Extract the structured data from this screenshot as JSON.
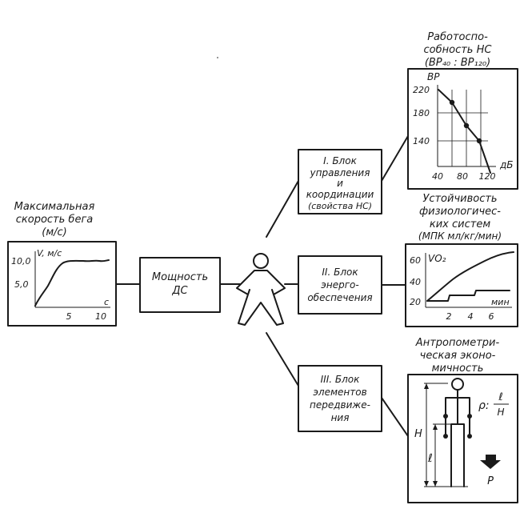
{
  "speed_chart": {
    "caption": [
      "Максимальная",
      "скорость бега",
      "(м/с)"
    ],
    "y_axis_label": "V, м/с",
    "y_ticks": [
      "10,0",
      "5,0"
    ],
    "x_axis_label": "с",
    "x_ticks": [
      "5",
      "10"
    ]
  },
  "power_box": {
    "lines": [
      "Мощность",
      "ДС"
    ]
  },
  "block1": {
    "lines": [
      "I. Блок",
      "управления",
      "и",
      "координации",
      "(свойства НС)"
    ]
  },
  "block2": {
    "lines": [
      "II. Блок",
      "энерго-",
      "обеспечения"
    ]
  },
  "block3": {
    "lines": [
      "III. Блок",
      "элементов",
      "передвиже-",
      "ния"
    ]
  },
  "work_chart": {
    "caption": [
      "Работоспо-",
      "собность НС",
      "(ВР₄₀ : ВР₁₂₀)"
    ],
    "y_axis_label": "ВР",
    "y_ticks": [
      "220",
      "180",
      "140"
    ],
    "x_axis_label": "дБ",
    "x_ticks": [
      "40",
      "80",
      "120"
    ]
  },
  "stability_chart": {
    "caption": [
      "Устойчивость",
      "физиологичес-",
      "ких систем",
      "(МПК мл/кг/мин)"
    ],
    "y_axis_label": "VO₂",
    "y_ticks": [
      "60",
      "40",
      "20"
    ],
    "x_axis_label": "мин",
    "x_ticks": [
      "2",
      "4",
      "6"
    ]
  },
  "anthro": {
    "caption": [
      "Антропометри-",
      "ческая эконо-",
      "мичность"
    ],
    "formula_left": "ρ:",
    "formula_num": "ℓ",
    "formula_den": "H",
    "label_H": "H",
    "label_l": "ℓ",
    "label_p": "P"
  }
}
